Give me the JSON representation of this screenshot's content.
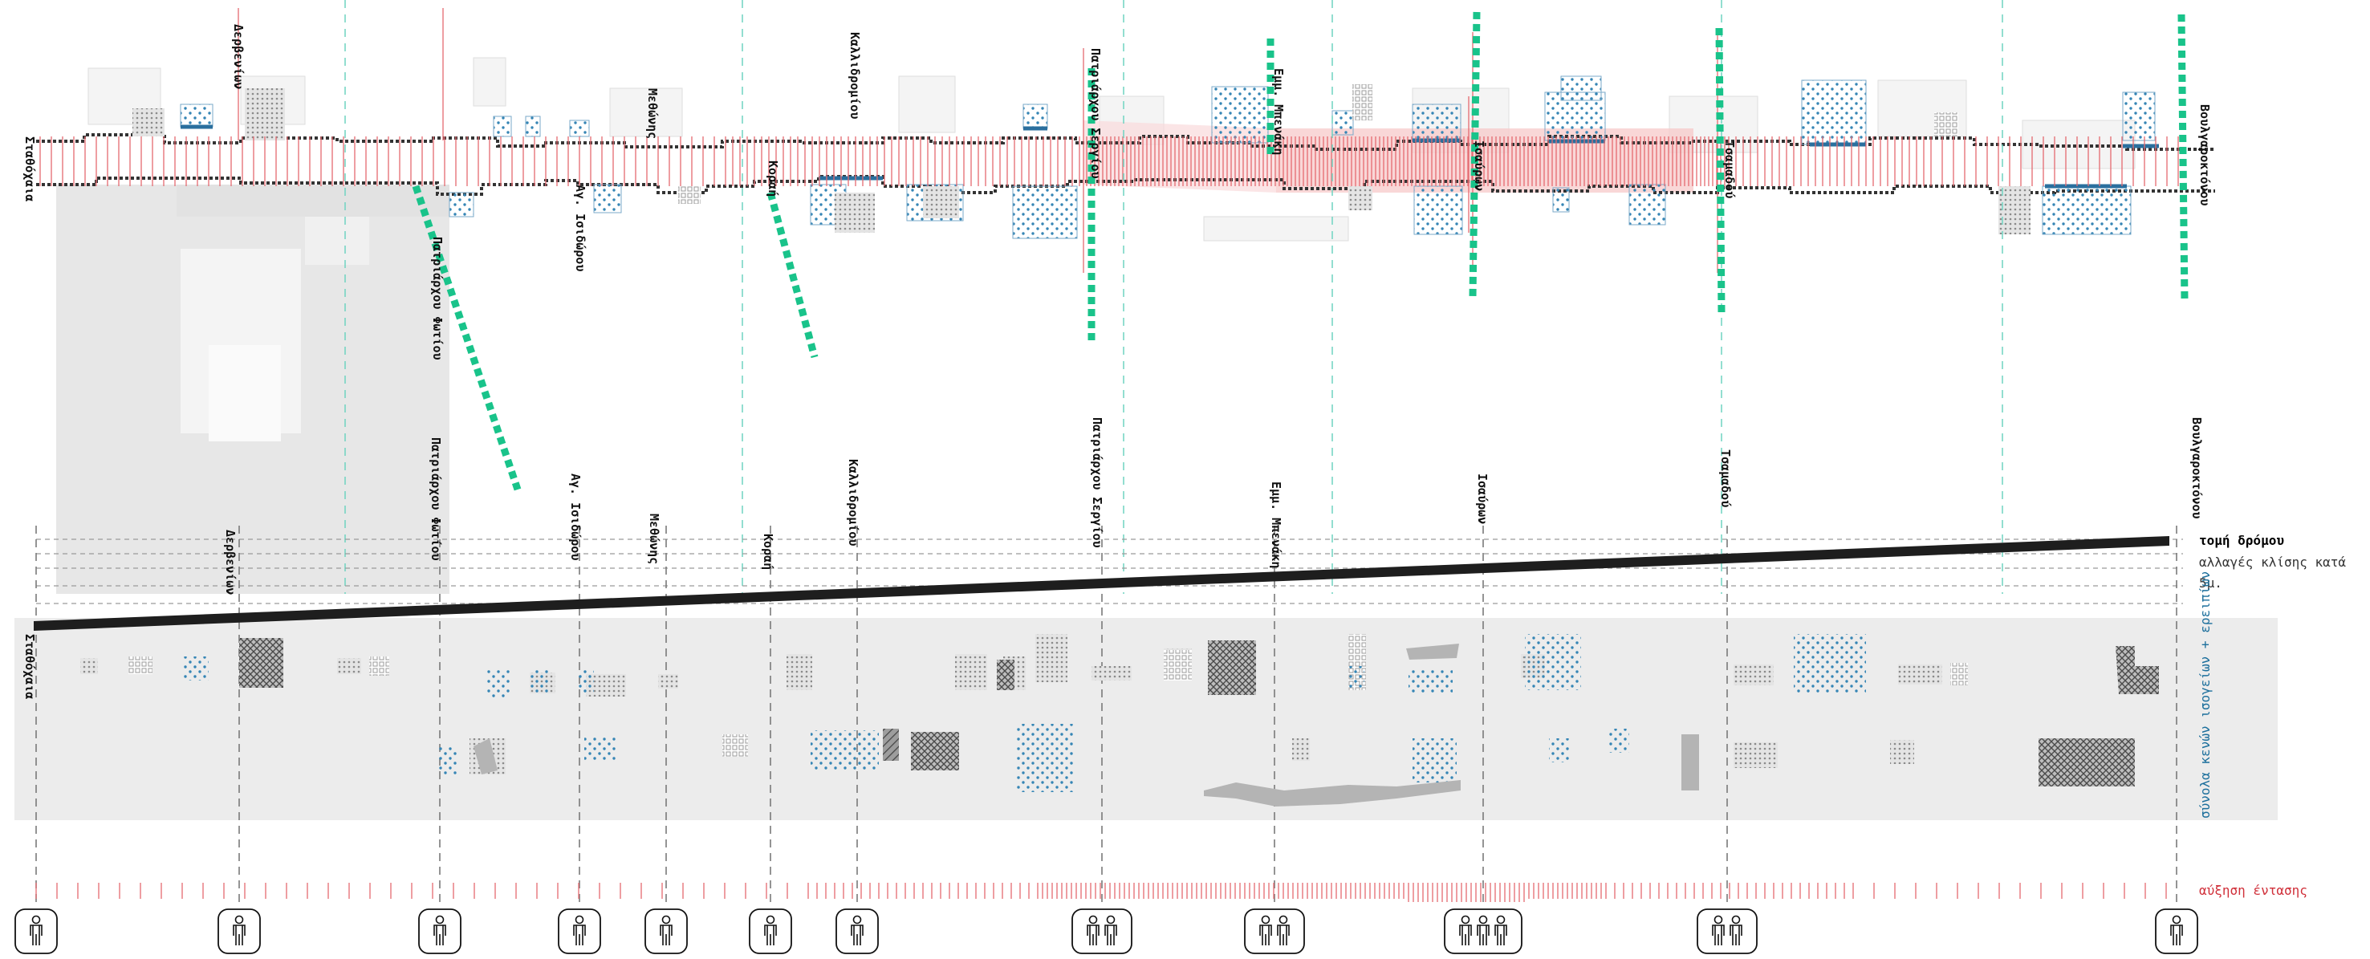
{
  "streets": [
    {
      "label": "Σταθόχαια"
    },
    {
      "label": "Δερβενίων"
    },
    {
      "label": "Πατριάρχου Φωτίου"
    },
    {
      "label": "Αγ. Ισιδώρου"
    },
    {
      "label": "Μεθώνης"
    },
    {
      "label": "Κοραή"
    },
    {
      "label": "Καλλιδρομίου"
    },
    {
      "label": "Πατριάρχου Σεργίου"
    },
    {
      "label": "Εμμ. Μπενάκη"
    },
    {
      "label": "Ισαύρων"
    },
    {
      "label": "Τσαμαδού"
    },
    {
      "label": "Βουλγαροκτόνου"
    }
  ],
  "legend": {
    "road_section": "τομή δρόμου",
    "slope_changes": "αλλαγές κλίσης κατά 5μ.",
    "voids": "σύνολα κενών ισογείων + ερειπίων",
    "intensity": "αύξηση έντασης"
  },
  "colors": {
    "road": "#1e1e1e",
    "ground": "#ececec",
    "voids": "#3585b5",
    "intensity": "#e46a70",
    "accent": "#19c38a",
    "guide": "#6fd3c1"
  },
  "icons": [
    {
      "name": "person-icon",
      "count": 1
    },
    {
      "name": "person-icon",
      "count": 1
    },
    {
      "name": "person-icon",
      "count": 1
    },
    {
      "name": "person-icon",
      "count": 1
    },
    {
      "name": "person-icon",
      "count": 1
    },
    {
      "name": "person-icon",
      "count": 1
    },
    {
      "name": "person-icon",
      "count": 1
    },
    {
      "name": "person-group-icon",
      "count": 2
    },
    {
      "name": "person-group-icon",
      "count": 2
    },
    {
      "name": "person-group-icon",
      "count": 3
    },
    {
      "name": "person-group-icon",
      "count": 2
    },
    {
      "name": "person-icon",
      "count": 1
    }
  ]
}
